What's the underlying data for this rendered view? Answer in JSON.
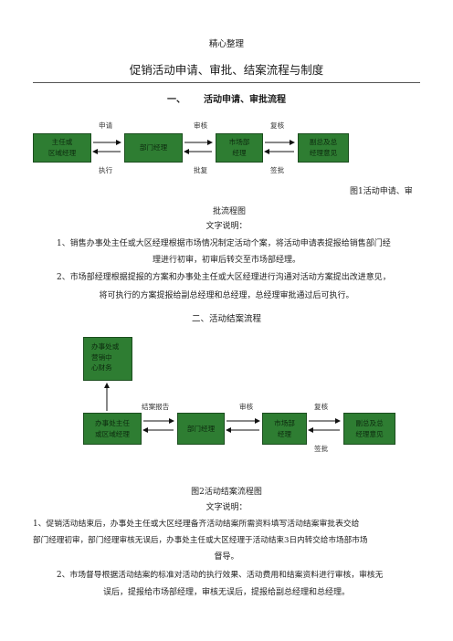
{
  "header": {
    "label": "精心整理"
  },
  "document": {
    "title": "促销活动申请、审批、结案流程与制度",
    "section1": {
      "number": "一、",
      "title": "活动申请、审批流程"
    },
    "section2": {
      "title": "二、活动结案流程"
    }
  },
  "diagram1": {
    "boxes": [
      {
        "line1": "主任或",
        "line2": "区域经理"
      },
      {
        "line1": "部门经理",
        "line2": ""
      },
      {
        "line1": "市场部",
        "line2": "经理"
      },
      {
        "line1": "副总及总",
        "line2": "经理意见"
      }
    ],
    "labels": {
      "apply": "申请",
      "review": "审核",
      "recheck": "复核",
      "execute": "执行",
      "approve_back": "批复",
      "sign": "签批"
    },
    "caption_line1": "图1活动申请、审",
    "caption_line2": "批流程图"
  },
  "text1": {
    "heading": "文字说明：",
    "p1_line1": "1、销售办事处主任或大区经理根据市场情况制定活动个案，将活动申请表提报给销售部门经",
    "p1_line2": "理进行初审，初审后转交至市场部经理。",
    "p2_line1": "2、市场部经理根据提报的方案和办事处主任或大区经理进行沟通对活动方案提出改进意见，",
    "p2_line2": "将可执行的方案提报给副总经理和总经理，总经理审批通过后可执行。"
  },
  "diagram2": {
    "top_box": {
      "line1": "办事处或",
      "line2": "营销中",
      "line3": "心财务"
    },
    "boxes": [
      {
        "line1": "办事处主任",
        "line2": "或区域经理"
      },
      {
        "line1": "部门经理",
        "line2": ""
      },
      {
        "line1": "市场部",
        "line2": "经理"
      },
      {
        "line1": "副总及总",
        "line2": "经理意见"
      }
    ],
    "labels": {
      "report": "结案报告",
      "review": "审核",
      "recheck": "复核",
      "sign": "签批"
    },
    "caption": "图2活动结案流程图"
  },
  "text2": {
    "heading": "文字说明：",
    "p1_line1": "1、促销活动结束后，办事处主任或大区经理备齐活动结案所需资料填写活动结案审批表交给",
    "p1_line2": "部门经理初审，部门经理审核无误后，办事处主任或大区经理于活动结束3日内转交给市场部市场",
    "p1_line3": "督导。",
    "p2_line1": "2、市场督导根据活动结案的标准对活动的执行效果、活动费用和结案资料进行审核，审核无",
    "p2_line2": "误后，提报给市场部经理，审核无误后，提报给副总经理和总经理。"
  }
}
